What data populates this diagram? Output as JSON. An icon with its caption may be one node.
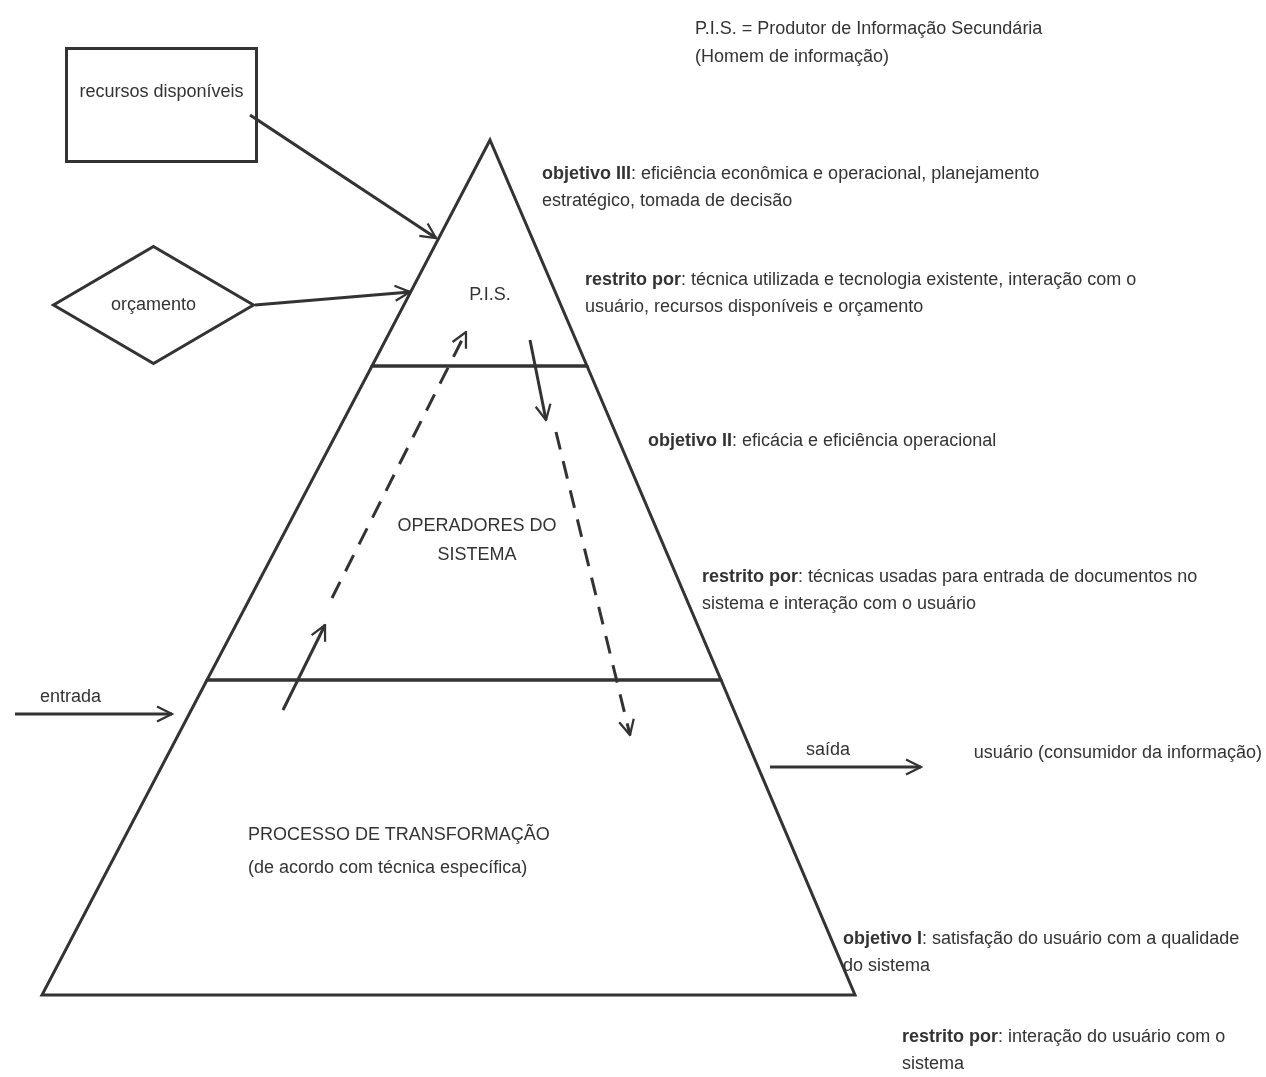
{
  "diagram": {
    "nodes": [
      {
        "text": [
          "recursos disponíveis"
        ]
      },
      {
        "text": [
          "orçamento"
        ]
      },
      {
        "text": [
          "P.I.S."
        ],
        "beside": [
          "**objetivo III**: eficiência econômica e operacional, planejamento estratégico, tomada de decisão",
          "**restrito por**: técnica utilizada e tecnologia existente, interação com o usuário, recursos disponíveis e orçamento"
        ]
      },
      {
        "text": [
          "OPERADORES DO SISTEMA"
        ],
        "beside": [
          "**objetivo II**: eficácia e eficiência operacional",
          "**restrito por**: técnicas usadas para entrada de documentos no sistema e interação com o usuário"
        ]
      },
      {
        "text": [
          "PROCESSO DE TRANSFORMAÇÃO",
          "(de acordo com técnica específica)"
        ],
        "beside": [
          "**objetivo I**: satisfação do usuário com a qualidade do sistema",
          "**restrito por**: interação do usuário com o sistema"
        ]
      },
      {
        "text": [
          "usuário (consumidor da informação)"
        ]
      }
    ],
    "edges": [
      {
        "from": 0,
        "to": 2,
        "arrow": "to"
      },
      {
        "from": 1,
        "to": 2,
        "arrow": "to"
      },
      {
        "from": 4,
        "to": 3,
        "arrow": "to"
      },
      {
        "from": 3,
        "to": 2,
        "arrow": "to",
        "style": "dashed"
      },
      {
        "from": 2,
        "to": 3,
        "arrow": "to"
      },
      {
        "from": 3,
        "to": 4,
        "arrow": "to",
        "style": "dashed"
      },
      {
        "from": null,
        "to": 4,
        "arrow": "to",
        "label": "entrada"
      },
      {
        "from": 4,
        "to": 5,
        "arrow": "to",
        "label": "saída"
      }
    ],
    "labels": [
      "P.I.S. = Produtor de Informação Secundária (Homem de informação)"
    ]
  }
}
